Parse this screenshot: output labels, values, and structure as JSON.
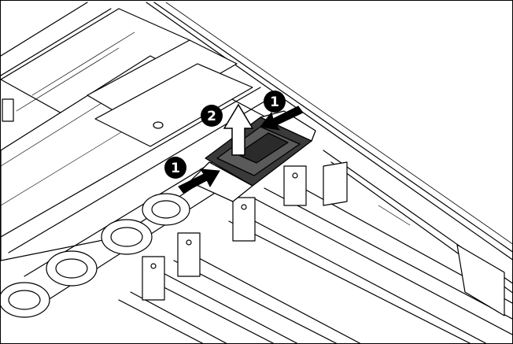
{
  "figure": {
    "description_visible": "",
    "stroke_color": "#000000",
    "fill_color": "#ffffff",
    "shade_color": "#2b2b2b",
    "callouts": [
      {
        "id": "c1a",
        "label": "1",
        "action": "press-release-latch"
      },
      {
        "id": "c1b",
        "label": "1",
        "action": "press-release-latch"
      },
      {
        "id": "c2",
        "label": "2",
        "action": "lift-component-up"
      }
    ]
  }
}
